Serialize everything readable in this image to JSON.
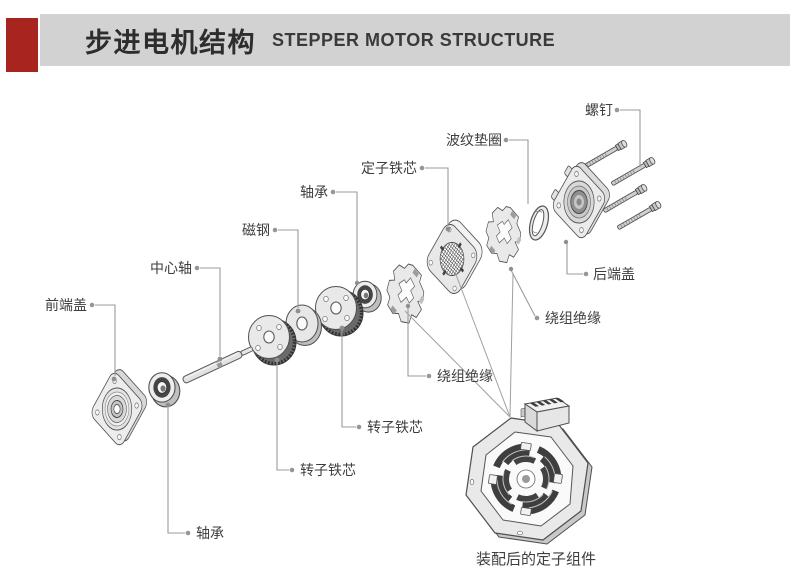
{
  "header": {
    "title_zh": "步进电机结构",
    "title_en": "STEPPER MOTOR STRUCTURE",
    "accent_color": "#a8241f",
    "bar_color": "#d2d2d2"
  },
  "diagram": {
    "label_color": "#3e3e3e",
    "leader_line_color": "#9b9b9b",
    "part_outline_color": "#4f4f4f",
    "part_fill_color": "#e9e9e9",
    "labels": {
      "screws": "螺钉",
      "wave_washer": "波纹垫圈",
      "stator_core": "定子铁芯",
      "bearing_top": "轴承",
      "magnet": "磁钢",
      "center_shaft": "中心轴",
      "front_end_cover": "前端盖",
      "rear_end_cover": "后端盖",
      "winding_insulation_right": "绕组绝缘",
      "winding_insulation_mid": "绕组绝缘",
      "rotor_core_upper": "转子铁芯",
      "rotor_core_lower": "转子铁芯",
      "bearing_bottom": "轴承",
      "assembled_caption": "装配后的定子组件"
    }
  }
}
